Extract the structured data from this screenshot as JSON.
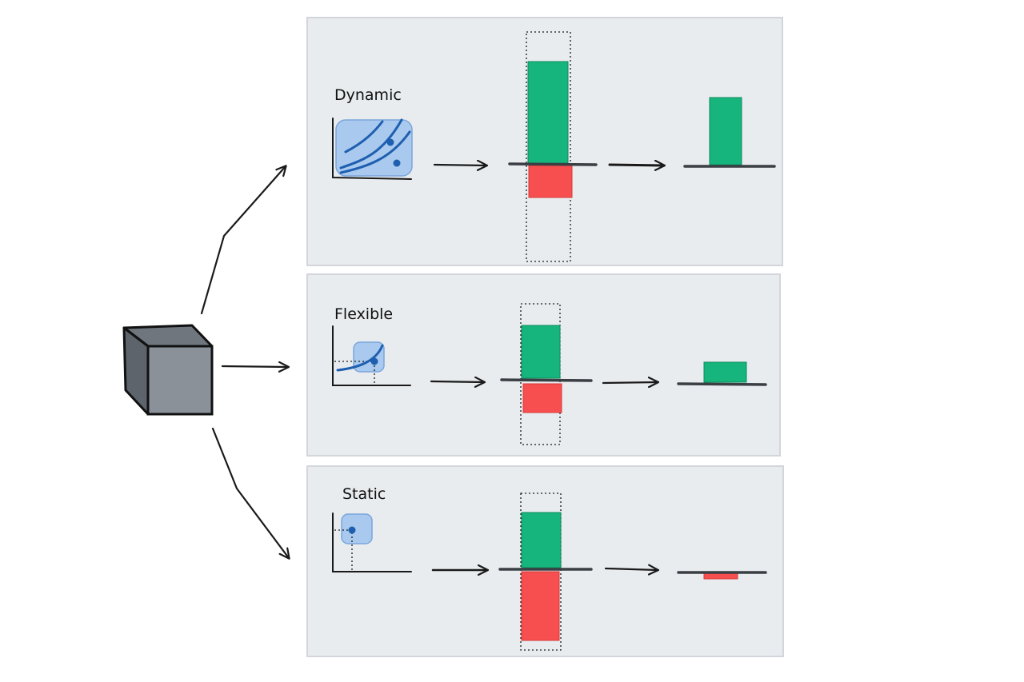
{
  "colors": {
    "panel": "#e9ecef",
    "gain": "#16b57d",
    "loss": "#f74f4f",
    "tile": "#a9c9ee",
    "curve": "#1e5fb0",
    "cube_face": "#8a9199",
    "cube_top": "#6f767e",
    "cube_side": "#5d646b"
  },
  "source": {
    "icon": "cube-icon"
  },
  "panels": [
    {
      "label": "Dynamic",
      "chart_icon": "curve-family-icon",
      "gain": 1.0,
      "loss": 0.32,
      "net": 0.66
    },
    {
      "label": "Flexible",
      "chart_icon": "curve-single-point-icon",
      "gain": 0.72,
      "loss": 0.32,
      "net": 0.22
    },
    {
      "label": "Static",
      "chart_icon": "single-point-icon",
      "gain": 0.72,
      "loss": 0.86,
      "net": -0.08
    }
  ]
}
